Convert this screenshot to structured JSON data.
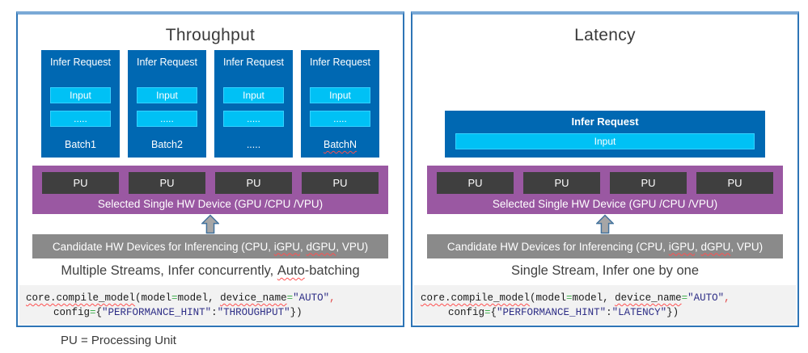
{
  "colors": {
    "panel_border": "#2e75b6",
    "panel_top_accent": "#7aa9d6",
    "card_blue": "#0068b2",
    "cyan": "#00c1f5",
    "purple": "#9a58a2",
    "pu_dark": "#3f3f3f",
    "gray_bar": "#8a8a8a",
    "code_background": "#f2f2f2",
    "code_string": "#2d2d86",
    "code_equals": "#3faf4d",
    "code_comma": "#e04343",
    "squiggle": "#ff5050"
  },
  "footnote": "PU = Processing Unit",
  "panels": [
    {
      "title": "Throughput",
      "cards": [
        {
          "title": "Infer Request",
          "input": "Input",
          "dots": ".....",
          "batch": "Batch1"
        },
        {
          "title": "Infer Request",
          "input": "Input",
          "dots": ".....",
          "batch": "Batch2"
        },
        {
          "title": "Infer Request",
          "input": "Input",
          "dots": ".....",
          "batch": "....."
        },
        {
          "title": "Infer Request",
          "input": "Input",
          "dots": ".....",
          "batch": "BatchN"
        }
      ],
      "pu_label": "PU",
      "device_label": "Selected Single HW Device (GPU /CPU /VPU)",
      "candidate_parts": [
        "Candidate HW Devices for Inferencing (CPU, ",
        "iGPU",
        ", ",
        "dGPU",
        ", VPU)"
      ],
      "caption_parts": [
        "Multiple Streams, Infer concurrently, ",
        "Auto",
        "-batching"
      ],
      "code": {
        "fn": "core.compile_model",
        "p1": "(model",
        "eq1": "=",
        "p2": "model",
        "comma1": ", ",
        "param": "device_name",
        "eq2": "=",
        "val1": "\"AUTO\"",
        "comma2": ",",
        "cfg": "config",
        "eq3": "=",
        "brace": "{",
        "key": "\"PERFORMANCE_HINT\"",
        "colon": ":",
        "val2": "\"THROUGHPUT\"",
        "close": "})"
      }
    },
    {
      "title": "Latency",
      "request_label": "Infer Request",
      "input_label": "Input",
      "pu_label": "PU",
      "device_label": "Selected Single HW Device (GPU /CPU /VPU)",
      "candidate_parts": [
        "Candidate HW Devices for Inferencing (CPU, ",
        "iGPU",
        ", ",
        "dGPU",
        ", VPU)"
      ],
      "caption_parts": [
        "Single Stream, Infer one by one",
        "",
        ""
      ],
      "code": {
        "fn": "core.compile_model",
        "p1": "(model",
        "eq1": "=",
        "p2": "model",
        "comma1": ", ",
        "param": "device_name",
        "eq2": "=",
        "val1": "\"AUTO\"",
        "comma2": ",",
        "cfg": "config",
        "eq3": "=",
        "brace": "{",
        "key": "\"PERFORMANCE_HINT\"",
        "colon": ":",
        "val2": "\"LATENCY\"",
        "close": "})"
      }
    }
  ]
}
